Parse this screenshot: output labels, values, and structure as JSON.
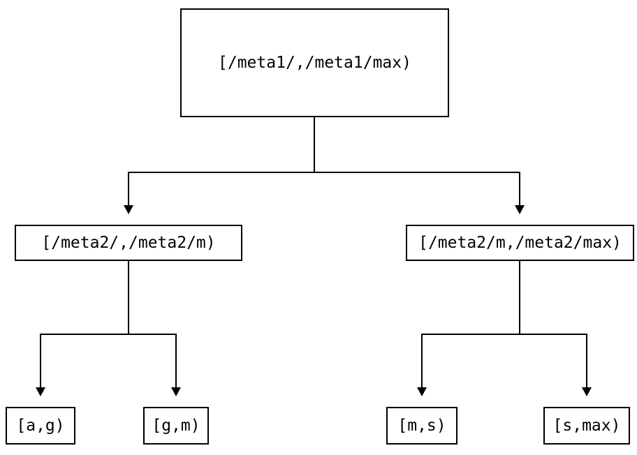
{
  "diagram": {
    "type": "tree",
    "colors": {
      "line": "#000000",
      "text": "#000000",
      "background": "#ffffff"
    },
    "nodes": {
      "root": {
        "label": "[/meta1/,/meta1/max)"
      },
      "meta2_left": {
        "label": "[/meta2/,/meta2/m)"
      },
      "meta2_right": {
        "label": "[/meta2/m,/meta2/max)"
      },
      "leaf_ag": {
        "label": "[a,g)"
      },
      "leaf_gm": {
        "label": "[g,m)"
      },
      "leaf_ms": {
        "label": "[m,s)"
      },
      "leaf_smax": {
        "label": "[s,max)"
      }
    },
    "edges": [
      {
        "from": "root",
        "to": "meta2_left"
      },
      {
        "from": "root",
        "to": "meta2_right"
      },
      {
        "from": "meta2_left",
        "to": "leaf_ag"
      },
      {
        "from": "meta2_left",
        "to": "leaf_gm"
      },
      {
        "from": "meta2_right",
        "to": "leaf_ms"
      },
      {
        "from": "meta2_right",
        "to": "leaf_smax"
      }
    ]
  }
}
